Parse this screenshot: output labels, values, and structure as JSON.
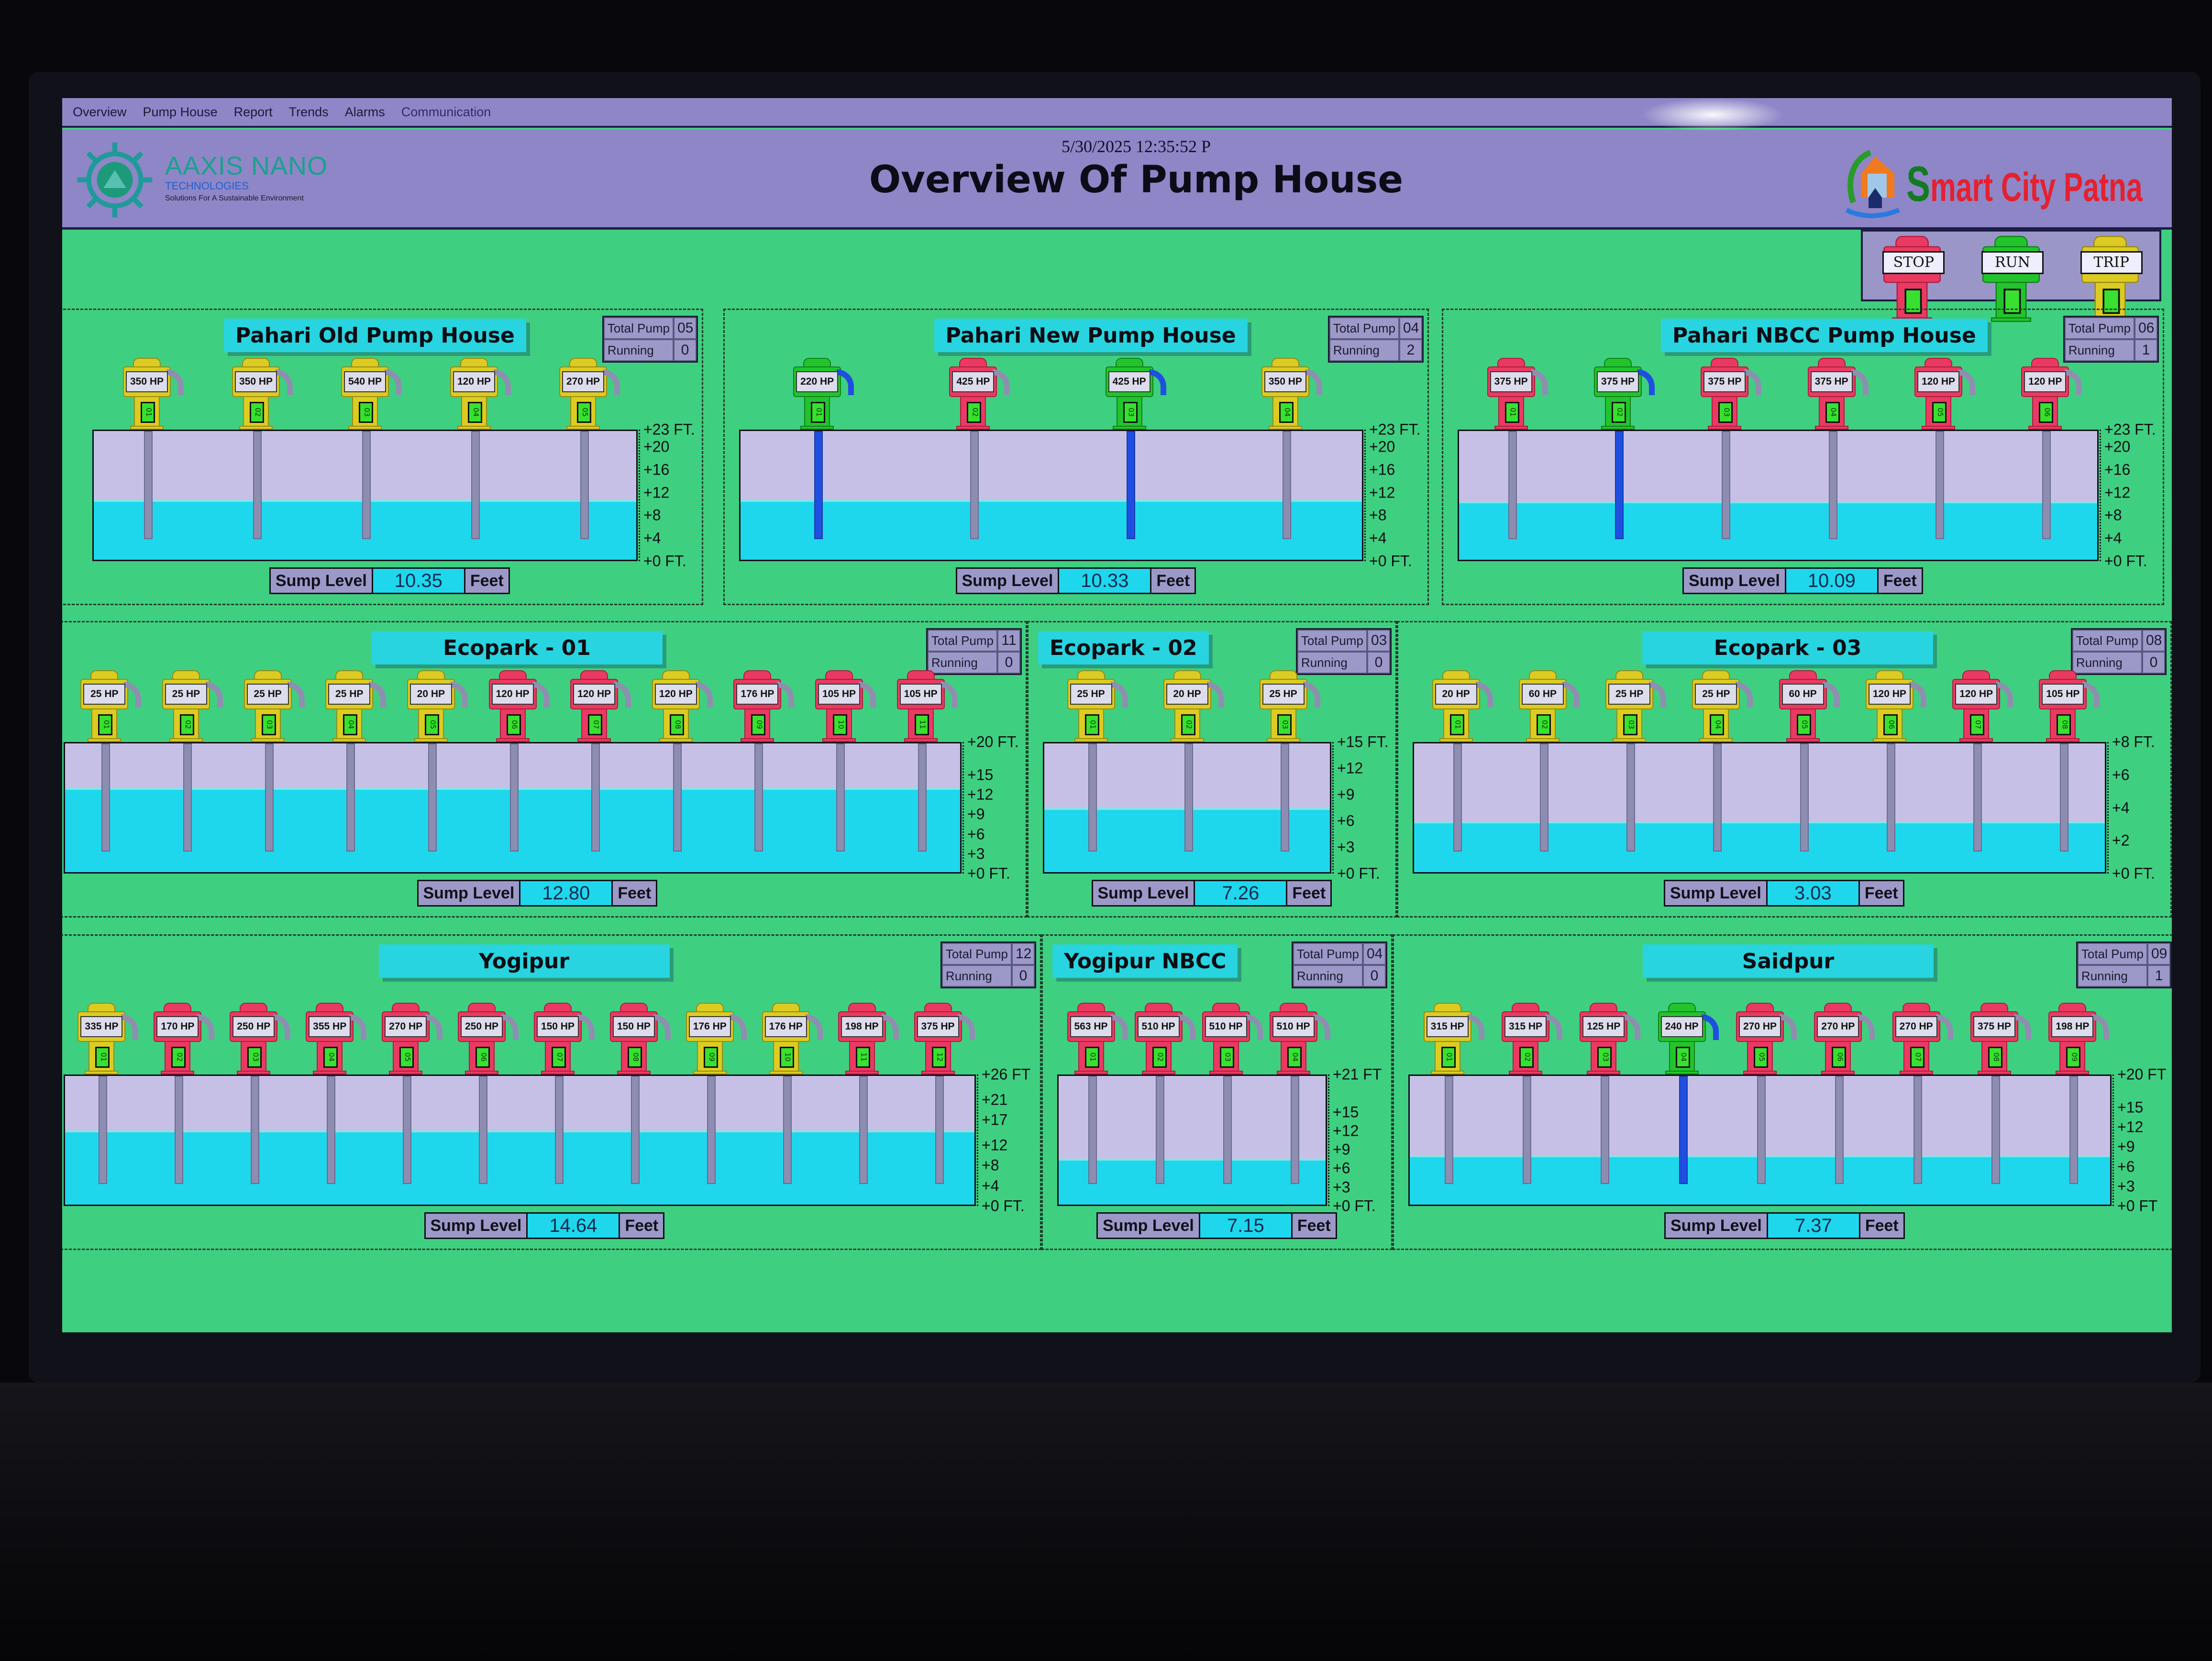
{
  "menu": [
    "Overview",
    "Pump House",
    "Report",
    "Trends",
    "Alarms",
    "Communication"
  ],
  "header": {
    "brand_name": "AAXIS NANO",
    "brand_sub": "TECHNOLOGIES",
    "brand_tagline": "Solutions For A Sustainable Environment",
    "datetime": "5/30/2025 12:35:52 P",
    "title": "Overview Of Pump House",
    "partner_logo_s": "S",
    "partner_logo_rest": "mart City Patna"
  },
  "legend": [
    {
      "label": "STOP",
      "status": "stop"
    },
    {
      "label": "RUN",
      "status": "run"
    },
    {
      "label": "TRIP",
      "status": "trip"
    }
  ],
  "labels": {
    "total_pump": "Total Pump",
    "running": "Running",
    "sump_level": "Sump Level",
    "unit": "Feet"
  },
  "colors": {
    "stop": "#ea3a62",
    "run": "#22c42c",
    "trip": "#dccb22",
    "water": "#1ed7ec",
    "background": "#3fcf80"
  },
  "panels": [
    {
      "name": "Pahari Old Pump House",
      "total": "05",
      "running": "0",
      "sump": "10.35",
      "max": 23,
      "scale": [
        "+23 FT.",
        "+20",
        "+16",
        "+12",
        "+8",
        "+4",
        "+0 FT."
      ],
      "pumps": [
        {
          "hp": "350 HP",
          "no": "01",
          "status": "trip"
        },
        {
          "hp": "350 HP",
          "no": "02",
          "status": "trip"
        },
        {
          "hp": "540 HP",
          "no": "03",
          "status": "trip"
        },
        {
          "hp": "120 HP",
          "no": "04",
          "status": "trip"
        },
        {
          "hp": "270 HP",
          "no": "05",
          "status": "trip"
        }
      ]
    },
    {
      "name": "Pahari New Pump House",
      "total": "04",
      "running": "2",
      "sump": "10.33",
      "max": 23,
      "scale": [
        "+23 FT.",
        "+20",
        "+16",
        "+12",
        "+8",
        "+4",
        "+0 FT."
      ],
      "pumps": [
        {
          "hp": "220 HP",
          "no": "01",
          "status": "run"
        },
        {
          "hp": "425 HP",
          "no": "02",
          "status": "stop"
        },
        {
          "hp": "425 HP",
          "no": "03",
          "status": "run"
        },
        {
          "hp": "350 HP",
          "no": "04",
          "status": "trip"
        }
      ]
    },
    {
      "name": "Pahari NBCC Pump House",
      "total": "06",
      "running": "1",
      "sump": "10.09",
      "max": 23,
      "scale": [
        "+23 FT.",
        "+20",
        "+16",
        "+12",
        "+8",
        "+4",
        "+0 FT."
      ],
      "pumps": [
        {
          "hp": "375 HP",
          "no": "01",
          "status": "stop"
        },
        {
          "hp": "375 HP",
          "no": "02",
          "status": "run"
        },
        {
          "hp": "375 HP",
          "no": "03",
          "status": "stop"
        },
        {
          "hp": "375 HP",
          "no": "04",
          "status": "stop"
        },
        {
          "hp": "120 HP",
          "no": "05",
          "status": "stop"
        },
        {
          "hp": "120 HP",
          "no": "06",
          "status": "stop"
        }
      ]
    },
    {
      "name": "Ecopark - 01",
      "total": "11",
      "running": "0",
      "sump": "12.80",
      "max": 20,
      "scale": [
        "+20 FT.",
        "+15",
        "+12",
        "+9",
        "+6",
        "+3",
        "+0 FT."
      ],
      "pumps": [
        {
          "hp": "25 HP",
          "no": "01",
          "status": "trip"
        },
        {
          "hp": "25 HP",
          "no": "02",
          "status": "trip"
        },
        {
          "hp": "25 HP",
          "no": "03",
          "status": "trip"
        },
        {
          "hp": "25 HP",
          "no": "04",
          "status": "trip"
        },
        {
          "hp": "20 HP",
          "no": "05",
          "status": "trip"
        },
        {
          "hp": "120 HP",
          "no": "06",
          "status": "stop"
        },
        {
          "hp": "120 HP",
          "no": "07",
          "status": "stop"
        },
        {
          "hp": "120 HP",
          "no": "08",
          "status": "trip"
        },
        {
          "hp": "176 HP",
          "no": "09",
          "status": "stop"
        },
        {
          "hp": "105 HP",
          "no": "10",
          "status": "stop"
        },
        {
          "hp": "105 HP",
          "no": "11",
          "status": "stop"
        }
      ]
    },
    {
      "name": "Ecopark - 02",
      "total": "03",
      "running": "0",
      "sump": "7.26",
      "max": 15,
      "scale": [
        "+15 FT.",
        "+12",
        "+9",
        "+6",
        "+3",
        "+0 FT."
      ],
      "pumps": [
        {
          "hp": "25 HP",
          "no": "01",
          "status": "trip"
        },
        {
          "hp": "20 HP",
          "no": "02",
          "status": "trip"
        },
        {
          "hp": "25 HP",
          "no": "03",
          "status": "trip"
        }
      ]
    },
    {
      "name": "Ecopark - 03",
      "total": "08",
      "running": "0",
      "sump": "3.03",
      "max": 8,
      "scale": [
        "+8 FT.",
        "+6",
        "+4",
        "+2",
        "+0 FT."
      ],
      "pumps": [
        {
          "hp": "20 HP",
          "no": "01",
          "status": "trip"
        },
        {
          "hp": "60 HP",
          "no": "02",
          "status": "trip"
        },
        {
          "hp": "25 HP",
          "no": "03",
          "status": "trip"
        },
        {
          "hp": "25 HP",
          "no": "04",
          "status": "trip"
        },
        {
          "hp": "60 HP",
          "no": "05",
          "status": "stop"
        },
        {
          "hp": "120 HP",
          "no": "06",
          "status": "trip"
        },
        {
          "hp": "120 HP",
          "no": "07",
          "status": "stop"
        },
        {
          "hp": "105 HP",
          "no": "08",
          "status": "stop"
        }
      ]
    },
    {
      "name": "Yogipur",
      "total": "12",
      "running": "0",
      "sump": "14.64",
      "max": 26,
      "scale": [
        "+26 FT",
        "+21",
        "+17",
        "+12",
        "+8",
        "+4",
        "+0 FT."
      ],
      "pumps": [
        {
          "hp": "335 HP",
          "no": "01",
          "status": "trip"
        },
        {
          "hp": "170 HP",
          "no": "02",
          "status": "stop"
        },
        {
          "hp": "250 HP",
          "no": "03",
          "status": "stop"
        },
        {
          "hp": "355 HP",
          "no": "04",
          "status": "stop"
        },
        {
          "hp": "270 HP",
          "no": "05",
          "status": "stop"
        },
        {
          "hp": "250 HP",
          "no": "06",
          "status": "stop"
        },
        {
          "hp": "150 HP",
          "no": "07",
          "status": "stop"
        },
        {
          "hp": "150 HP",
          "no": "08",
          "status": "stop"
        },
        {
          "hp": "176 HP",
          "no": "09",
          "status": "trip"
        },
        {
          "hp": "176 HP",
          "no": "10",
          "status": "trip"
        },
        {
          "hp": "198 HP",
          "no": "11",
          "status": "stop"
        },
        {
          "hp": "375 HP",
          "no": "12",
          "status": "stop"
        }
      ]
    },
    {
      "name": "Yogipur NBCC",
      "total": "04",
      "running": "0",
      "sump": "7.15",
      "max": 21,
      "scale": [
        "+21 FT",
        "+15",
        "+12",
        "+9",
        "+6",
        "+3",
        "+0 FT."
      ],
      "pumps": [
        {
          "hp": "563 HP",
          "no": "01",
          "status": "stop"
        },
        {
          "hp": "510 HP",
          "no": "02",
          "status": "stop"
        },
        {
          "hp": "510 HP",
          "no": "03",
          "status": "stop"
        },
        {
          "hp": "510 HP",
          "no": "04",
          "status": "stop"
        }
      ]
    },
    {
      "name": "Saidpur",
      "total": "09",
      "running": "1",
      "sump": "7.37",
      "max": 20,
      "scale": [
        "+20 FT",
        "+15",
        "+12",
        "+9",
        "+6",
        "+3",
        "+0 FT"
      ],
      "pumps": [
        {
          "hp": "315 HP",
          "no": "01",
          "status": "trip"
        },
        {
          "hp": "315 HP",
          "no": "02",
          "status": "stop"
        },
        {
          "hp": "125 HP",
          "no": "03",
          "status": "stop"
        },
        {
          "hp": "240 HP",
          "no": "04",
          "status": "run"
        },
        {
          "hp": "270 HP",
          "no": "05",
          "status": "stop"
        },
        {
          "hp": "270 HP",
          "no": "06",
          "status": "stop"
        },
        {
          "hp": "270 HP",
          "no": "07",
          "status": "stop"
        },
        {
          "hp": "375 HP",
          "no": "08",
          "status": "stop"
        },
        {
          "hp": "198 HP",
          "no": "09",
          "status": "stop"
        }
      ]
    }
  ]
}
